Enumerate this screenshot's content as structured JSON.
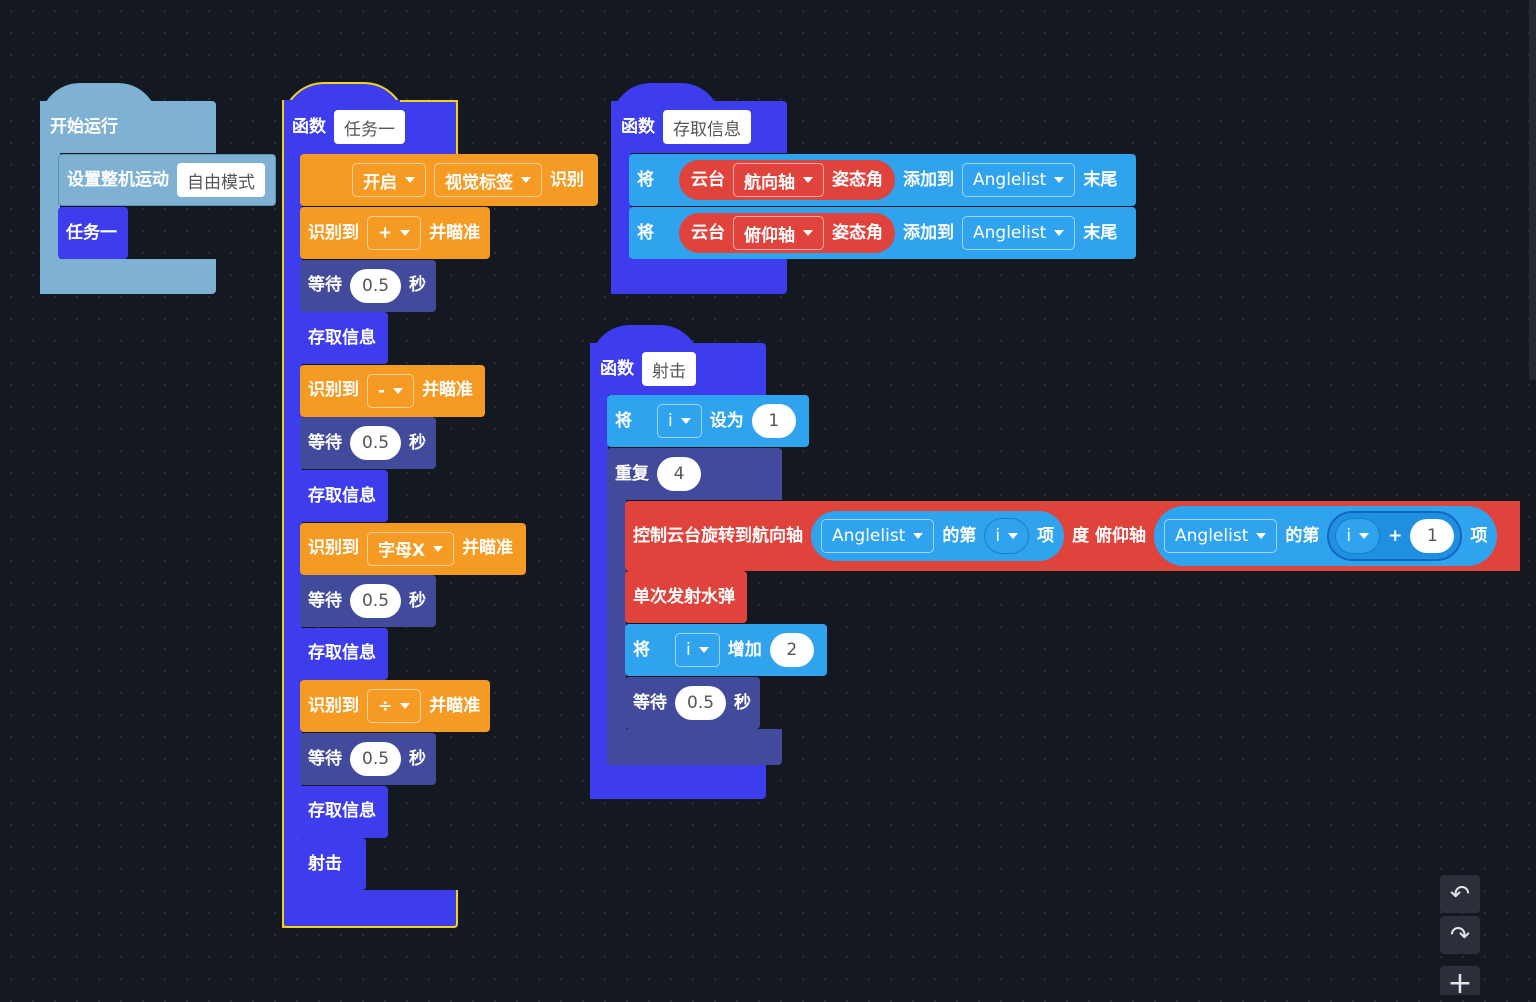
{
  "colors": {
    "event": "#7fb1d2",
    "event_dark": "#5e93b8",
    "function": "#3d3ded",
    "function_dark": "#2a2ad0",
    "function_outline": "#f2d21a",
    "vision": "#f59a22",
    "control": "#424a9b",
    "data": "#2fa3ee",
    "gimbal": "#e0433c",
    "background": "#141821"
  },
  "start_script": {
    "hat_label": "开始运行",
    "set_motion_label": "设置整机运动",
    "set_motion_value": "自由模式",
    "call_label": "任务一"
  },
  "task_function": {
    "header_label": "函数",
    "name": "任务一",
    "enable_row": {
      "toggle": "开启",
      "type": "视觉标签",
      "tail": "识别"
    },
    "steps": [
      {
        "kind": "detect",
        "label": "识别到",
        "value": "+",
        "tail": "并瞄准"
      },
      {
        "kind": "wait",
        "label": "等待",
        "value": "0.5",
        "tail": "秒"
      },
      {
        "kind": "call",
        "label": "存取信息"
      },
      {
        "kind": "detect",
        "label": "识别到",
        "value": "-",
        "tail": "并瞄准"
      },
      {
        "kind": "wait",
        "label": "等待",
        "value": "0.5",
        "tail": "秒"
      },
      {
        "kind": "call",
        "label": "存取信息"
      },
      {
        "kind": "detect",
        "label": "识别到",
        "value": "字母X",
        "tail": "并瞄准"
      },
      {
        "kind": "wait",
        "label": "等待",
        "value": "0.5",
        "tail": "秒"
      },
      {
        "kind": "call",
        "label": "存取信息"
      },
      {
        "kind": "detect",
        "label": "识别到",
        "value": "÷",
        "tail": "并瞄准"
      },
      {
        "kind": "wait",
        "label": "等待",
        "value": "0.5",
        "tail": "秒"
      },
      {
        "kind": "call",
        "label": "存取信息"
      },
      {
        "kind": "call",
        "label": "射击"
      }
    ]
  },
  "store_function": {
    "header_label": "函数",
    "name": "存取信息",
    "rows": [
      {
        "prefix": "将",
        "gimbal": "云台",
        "axis": "航向轴",
        "attitude": "姿态角",
        "add_to": "添加到",
        "list": "Anglelist",
        "end": "末尾"
      },
      {
        "prefix": "将",
        "gimbal": "云台",
        "axis": "俯仰轴",
        "attitude": "姿态角",
        "add_to": "添加到",
        "list": "Anglelist",
        "end": "末尾"
      }
    ]
  },
  "shoot_function": {
    "header_label": "函数",
    "name": "射击",
    "set_row": {
      "prefix": "将",
      "var": "i",
      "mid": "设为",
      "value": "1"
    },
    "repeat_row": {
      "label": "重复",
      "value": "4"
    },
    "rotate_row": {
      "label": "控制云台旋转到航向轴",
      "list1": "Anglelist",
      "of1": "的第",
      "var1": "i",
      "item1": "项",
      "deg_pitch": "度 俯仰轴",
      "list2": "Anglelist",
      "of2": "的第",
      "var2": "i",
      "plus": "+",
      "add": "1",
      "item2": "项"
    },
    "fire_label": "单次发射水弹",
    "inc_row": {
      "prefix": "将",
      "var": "i",
      "mid": "增加",
      "value": "2"
    },
    "wait_row": {
      "label": "等待",
      "value": "0.5",
      "tail": "秒"
    }
  },
  "nav": {
    "undo_icon": "↶",
    "redo_icon": "↷",
    "zoom_in_icon": "+"
  }
}
